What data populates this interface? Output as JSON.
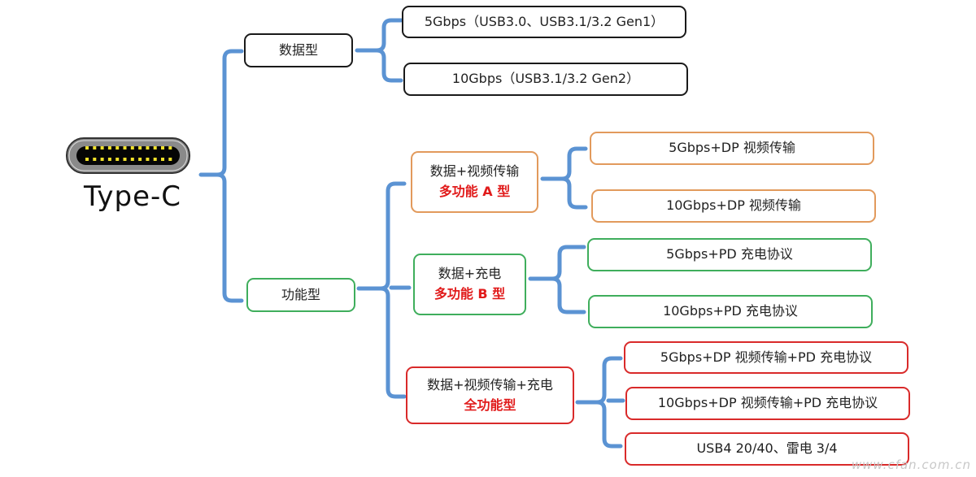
{
  "root": {
    "label": "Type-C",
    "icon": "usb-type-c-connector-icon"
  },
  "line_color": "#5b93d3",
  "branches": [
    {
      "label": "数据型",
      "color": "#1a1a1a",
      "children": [
        {
          "label": "5Gbps（USB3.0、USB3.1/3.2 Gen1）"
        },
        {
          "label": "10Gbps（USB3.1/3.2 Gen2）"
        }
      ]
    },
    {
      "label": "功能型",
      "color": "#3fae5c",
      "children": [
        {
          "label": "数据+视频传输",
          "sub_label": "多功能 A 型",
          "color": "#e29a5c",
          "children": [
            {
              "label": "5Gbps+DP 视频传输"
            },
            {
              "label": "10Gbps+DP 视频传输"
            }
          ]
        },
        {
          "label": "数据+充电",
          "sub_label": "多功能 B 型",
          "color": "#3fae5c",
          "children": [
            {
              "label": "5Gbps+PD 充电协议"
            },
            {
              "label": "10Gbps+PD 充电协议"
            }
          ]
        },
        {
          "label": "数据+视频传输+充电",
          "sub_label": "全功能型",
          "color": "#d92a2a",
          "children": [
            {
              "label": "5Gbps+DP 视频传输+PD 充电协议"
            },
            {
              "label": "10Gbps+DP 视频传输+PD 充电协议"
            },
            {
              "label": "USB4 20/40、雷电 3/4"
            }
          ]
        }
      ]
    }
  ],
  "sub_label_color": "#e11b1b",
  "watermark": "www.cfan.com.cn"
}
